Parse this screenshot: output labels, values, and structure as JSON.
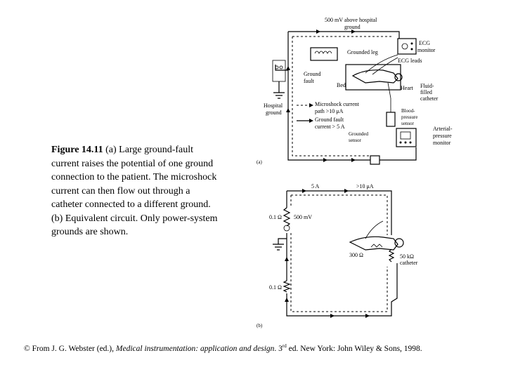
{
  "caption": {
    "figure_label": "Figure 14.11",
    "text": "(a) Large ground-fault current raises the potential of one ground connection to the patient. The microshock current can then flow out through a catheter connected to a different ground. (b) Equivalent circuit. Only power-system grounds are shown."
  },
  "footer": {
    "prefix": "© From J. G. Webster (ed.), ",
    "book_title": "Medical instrumentation: application and design",
    "edition_prefix": ". 3",
    "edition_sup": "rd",
    "suffix": " ed. New York: John Wiley & Sons, 1998."
  },
  "diagram_a": {
    "panel_label": "(a)",
    "above_ground_line1": "500 mV above hospital",
    "above_ground_line2": "ground",
    "ecg_monitor_line1": "ECG",
    "ecg_monitor_line2": "monitor",
    "grounded_leg": "Grounded leg",
    "ecg_leads": "ECG leads",
    "ground_fault_line1": "Ground",
    "ground_fault_line2": "fault",
    "bed": "Bed",
    "heart": "Heart",
    "fluid_catheter_line1": "Fluid-",
    "fluid_catheter_line2": "filled",
    "fluid_catheter_line3": "catheter",
    "hospital_ground_line1": "Hospital",
    "hospital_ground_line2": "ground",
    "microshock_line1": "Microshock current",
    "microshock_line2": "path >10 μA",
    "groundfault_cur_line1": "Ground fault",
    "groundfault_cur_line2": "current > 5 A",
    "bp_sensor_line1": "Blood-",
    "bp_sensor_line2": "pressure",
    "bp_sensor_line3": "sensor",
    "grounded_sensor_line1": "Grounded",
    "grounded_sensor_line2": "sensor",
    "arterial_line1": "Arterial-",
    "arterial_line2": "pressure",
    "arterial_line3": "monitor"
  },
  "diagram_b": {
    "panel_label": "(b)",
    "current_5a": "5 A",
    "current_10ua": ">10 μA",
    "r_top": "0.1 Ω",
    "v_source": "500 mV",
    "r_bottom": "0.1 Ω",
    "r_body": "300 Ω",
    "r_catheter_line1": "50 kΩ",
    "r_catheter_line2": "catheter"
  }
}
